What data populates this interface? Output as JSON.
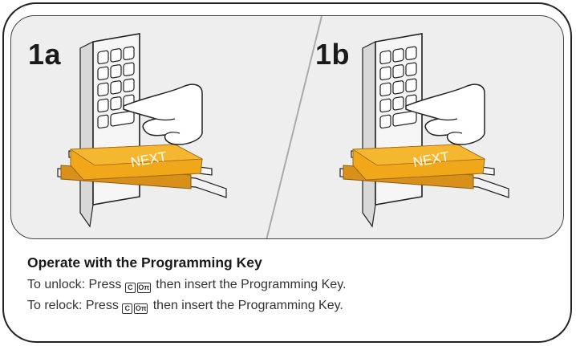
{
  "panels": [
    {
      "label": "1a"
    },
    {
      "label": "1b"
    }
  ],
  "key_brand": "NEXT",
  "caption": {
    "title": "Operate with the Programming Key",
    "unlock_prefix": "To unlock: Press",
    "unlock_suffix": "then insert the Programming Key.",
    "relock_prefix": "To relock: Press",
    "relock_suffix": "then insert the Programming Key."
  },
  "keys": {
    "c": "C",
    "key_symbol": "Oπ"
  },
  "colors": {
    "key_orange": "#f0a81a",
    "panel_bg": "#eeeeee"
  }
}
